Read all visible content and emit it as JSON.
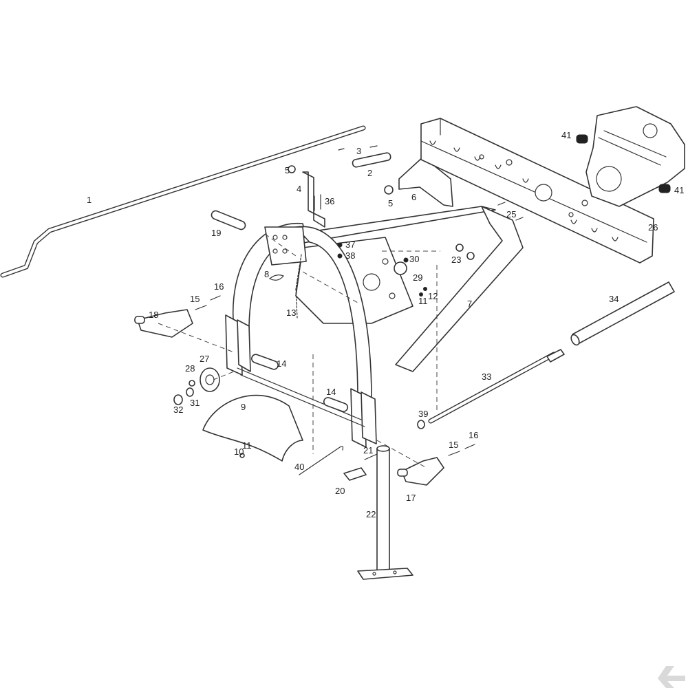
{
  "callouts": {
    "c1": "1",
    "c2": "2",
    "c3": "3",
    "c4": "4",
    "c5a": "5",
    "c5b": "5",
    "c6": "6",
    "c7": "7",
    "c8": "8",
    "c9": "9",
    "c10": "10",
    "c11a": "11",
    "c11b": "11",
    "c12": "12",
    "c13": "13",
    "c14a": "14",
    "c14b": "14",
    "c15a": "15",
    "c15b": "15",
    "c16a": "16",
    "c16b": "16",
    "c17": "17",
    "c18": "18",
    "c19": "19",
    "c20": "20",
    "c21": "21",
    "c22": "22",
    "c23": "23",
    "c25": "25",
    "c26": "26",
    "c27": "27",
    "c28": "28",
    "c29": "29",
    "c30": "30",
    "c31": "31",
    "c32": "32",
    "c33": "33",
    "c34": "34",
    "c36": "36",
    "c37": "37",
    "c38": "38",
    "c39": "39",
    "c40": "40",
    "c41a": "41",
    "c41b": "41"
  },
  "icons": {
    "brand_logo": "stylized-k-icon",
    "brand_color": "#d9d9d9"
  }
}
